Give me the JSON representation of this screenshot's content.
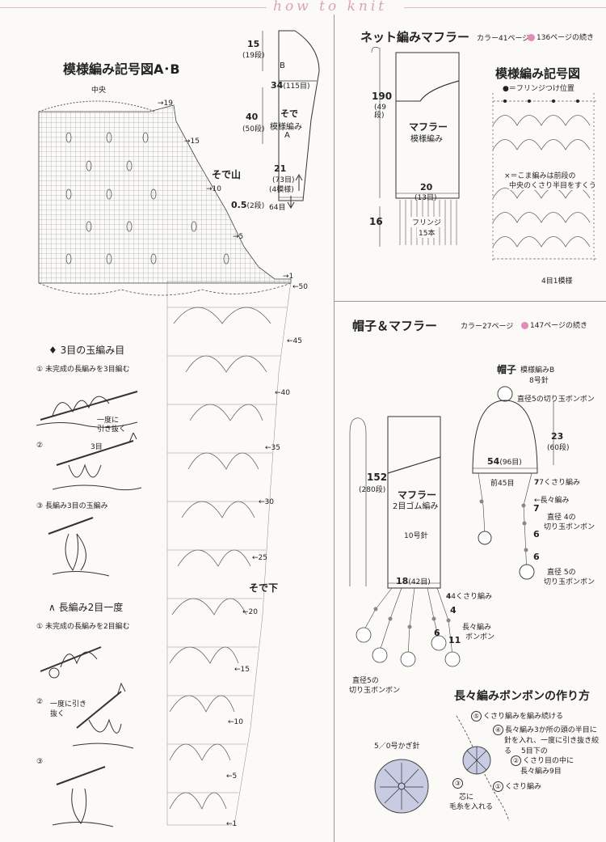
{
  "header": {
    "title": "how to knit"
  },
  "left": {
    "chart_title": "模様編み記号図A･B",
    "center_label": "中央",
    "row_numbers_top": [
      "19",
      "15",
      "10",
      "5",
      "1"
    ],
    "row_numbers_sleeve": [
      "50",
      "45",
      "40",
      "35",
      "30",
      "25",
      "20",
      "15",
      "10",
      "5",
      "1"
    ],
    "sleeve_top_label": "そで山",
    "sleeve_bottom_label": "そで下",
    "schematic": {
      "v15": "15",
      "v15_rows": "(19段)",
      "b_label": "B",
      "v34": "34",
      "v34_sts": "(115目)",
      "v40": "40",
      "v40_rows": "(50段)",
      "sode": "そで",
      "pattern": "模様編み",
      "a_label": "A",
      "v21": "21",
      "v21_sts": "(73目)",
      "v21_repeats": "(4模様)",
      "v05": "0.5",
      "v05_rows": "(2段)",
      "v64": "64目"
    },
    "tama": {
      "title": "3目の玉編み目",
      "step1": "未完成の長編みを3目編む",
      "step2_note1": "一度に",
      "step2_note2": "引き抜く",
      "step2_label": "3目",
      "step3": "長編み3目の玉編み"
    },
    "two_tog": {
      "title": "長編み2目一度",
      "step1": "未完成の長編みを2目編む",
      "step2_note1": "一度に引き",
      "step2_note2": "抜く"
    },
    "steps": [
      "①",
      "②",
      "③"
    ]
  },
  "net_muffler": {
    "title": "ネット編みマフラー",
    "color_ref": "カラー41ページ",
    "cont_ref": "136ページの続き",
    "len190": "190",
    "rows49": "(49段)",
    "len16": "16",
    "muffler": "マフラー",
    "pattern": "模様編み",
    "width20": "20",
    "sts13": "(13目)",
    "fringe": "フリンジ",
    "fringe_count": "15本",
    "chart_title": "模様編み記号図",
    "fringe_pos": "＝フリンジつけ位置",
    "note1": "×＝こま編みは前段の",
    "note2": "中央のくさり半目をすくう",
    "repeat": "4目1模様"
  },
  "hat_muffler": {
    "title": "帽子＆マフラー",
    "color_ref": "カラー27ページ",
    "cont_ref": "147ページの続き",
    "len152": "152",
    "rows280": "(280段)",
    "muffler": "マフラー",
    "rib": "2目ゴム編み",
    "needle": "10号針",
    "width18": "18",
    "sts42": "(42目)",
    "chain4": "4くさり編み",
    "n4": "4",
    "n6": "6",
    "n11": "11",
    "trc": "長々編み",
    "pompon_word": "ボンボン",
    "pompon_dia1": "直径5の",
    "pompon_dia2": "切り玉ボンボン",
    "hat": {
      "title": "帽子",
      "pattern": "模様編みB",
      "needle": "8号針",
      "top_pompon": "直径5の切り玉ボンボン",
      "h23": "23",
      "rows60": "(60段)",
      "c54": "54",
      "sts96": "(96目)",
      "front45": "前45目",
      "chain7": "7くさり編み",
      "n7a": "7",
      "trc_word": "長々編み",
      "n7b": "7",
      "dia4a": "直径 4の",
      "dia4b": "切り玉ボンボン",
      "n6a": "6",
      "n6b": "6",
      "dia5a": "直径 5の",
      "dia5b": "切り玉ボンボン"
    },
    "howto": {
      "title": "長々編みボンボンの作り方",
      "s5": "くさり編みを編み続ける",
      "s4a": "長々編み3か所の頭の半目に",
      "s4b": "針を入れ、一度に引き抜き絞る",
      "s2a": "5目下の",
      "s2b": "くさり目の中に",
      "s2c": "長々編み9目",
      "s3a": "芯に",
      "s3b": "毛糸を入れる",
      "s1": "くさり編み",
      "hook": "5／0号かぎ針",
      "n1": "①",
      "n2": "②",
      "n3": "③",
      "n4": "④",
      "n5": "⑤"
    }
  }
}
